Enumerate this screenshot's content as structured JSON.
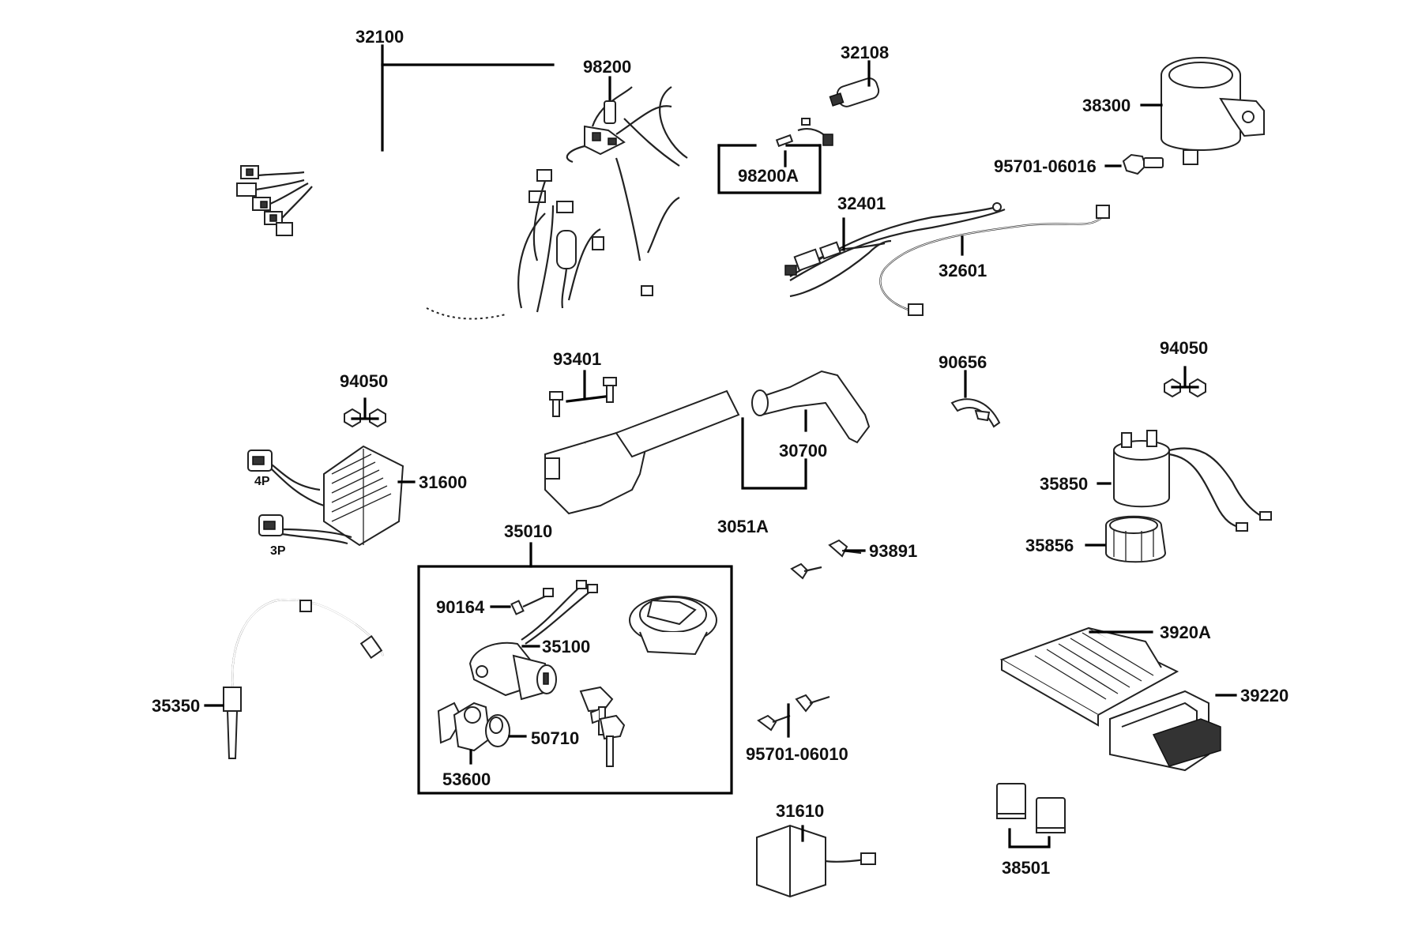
{
  "labels": {
    "p32100": "32100",
    "p98200": "98200",
    "p32108": "32108",
    "p98200A": "98200A",
    "p38300": "38300",
    "p95701_06016": "95701-06016",
    "p32401": "32401",
    "p32601": "32601",
    "p93401": "93401",
    "p94050_left": "94050",
    "p90656": "90656",
    "p94050_right": "94050",
    "p30700": "30700",
    "p3051A": "3051A",
    "p31600": "31600",
    "conn4P": "4P",
    "conn3P": "3P",
    "p35850": "35850",
    "p35856": "35856",
    "p35010": "35010",
    "p93891": "93891",
    "p90164": "90164",
    "p35100": "35100",
    "p3920A": "3920A",
    "p39220": "39220",
    "p35350": "35350",
    "p50710": "50710",
    "p53600": "53600",
    "p95701_06010": "95701-06010",
    "p31610": "31610",
    "p38501": "38501"
  }
}
